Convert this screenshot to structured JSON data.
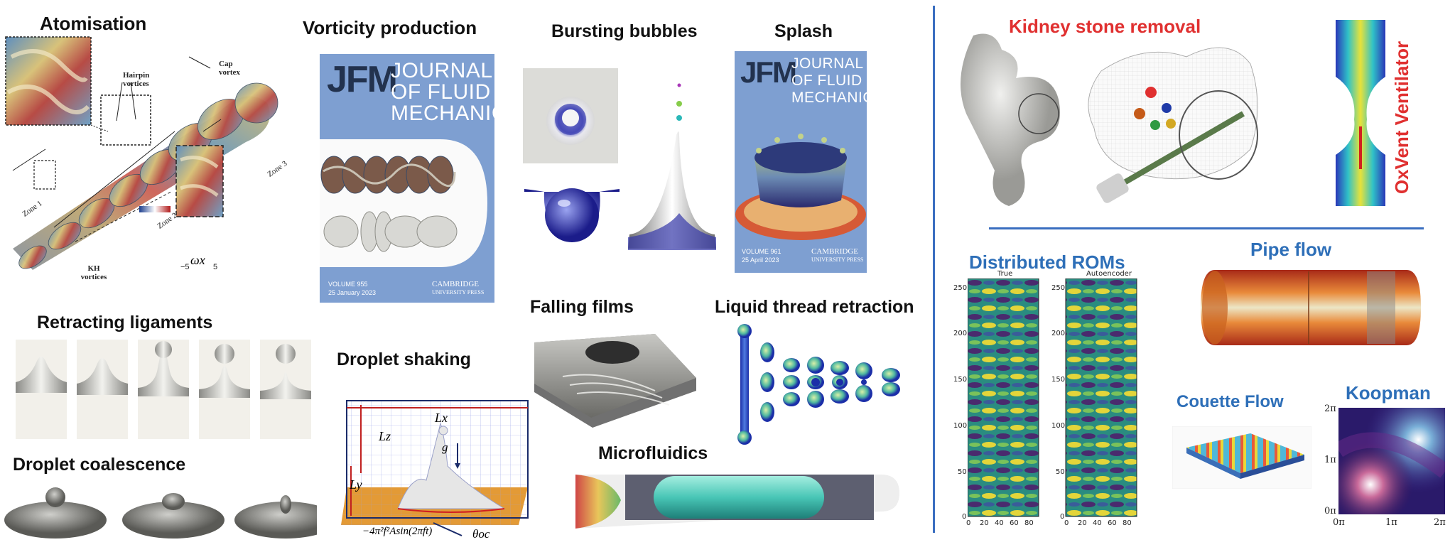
{
  "titles": {
    "atomisation": "Atomisation",
    "vorticity": "Vorticity production",
    "bubbles": "Bursting bubbles",
    "splash": "Splash",
    "kidney": "Kidney stone removal",
    "oxvent": "OxVent Ventilator",
    "ligaments": "Retracting ligaments",
    "falling": "Falling films",
    "thread": "Liquid thread retraction",
    "shaking": "Droplet shaking",
    "coalescence": "Droplet coalescence",
    "microfluidics": "Microfluidics",
    "roms": "Distributed ROMs",
    "pipe": "Pipe flow",
    "couette": "Couette Flow",
    "koopman": "Koopman"
  },
  "atomisation_labels": {
    "hairpin": "Hairpin vortices",
    "cap": "Cap vortex",
    "zone1": "Zone 1",
    "zone2": "Zone 2",
    "zone3": "Zone 3",
    "kh": "KH vortices",
    "cbar_min": "−5",
    "cbar_max": "5",
    "omega": "ωx"
  },
  "journal": {
    "logo": "JFM",
    "title_line1": "JOURNAL",
    "title_line2": "OF FLUID",
    "title_line3": "MECHANICS",
    "cover1_volume": "VOLUME 955",
    "cover1_date": "25 January 2023",
    "cover2_volume": "VOLUME 961",
    "cover2_date": "25 April 2023",
    "publisher_line1": "CAMBRIDGE",
    "publisher_line2": "UNIVERSITY PRESS"
  },
  "shaking_labels": {
    "lx": "Lx",
    "lz": "Lz",
    "ly": "Ly",
    "g": "g",
    "forcing": "−4π²f²Asin(2πft)",
    "theta": "θoc"
  },
  "roms": {
    "panel1_title": "True",
    "panel2_title": "Autoencoder",
    "y_ticks": [
      "250",
      "200",
      "150",
      "100",
      "50",
      "0"
    ],
    "x_ticks": [
      "0",
      "20",
      "40",
      "60",
      "80"
    ]
  },
  "koopman": {
    "y_ticks": [
      "2π",
      "1π",
      "0π"
    ],
    "x_ticks": [
      "0π",
      "1π",
      "2π"
    ]
  },
  "colors": {
    "accent_blue": "#2e6fb8",
    "accent_red": "#e03030",
    "divider": "#3a6ec0",
    "journal_cover": "#7e9fd1"
  }
}
